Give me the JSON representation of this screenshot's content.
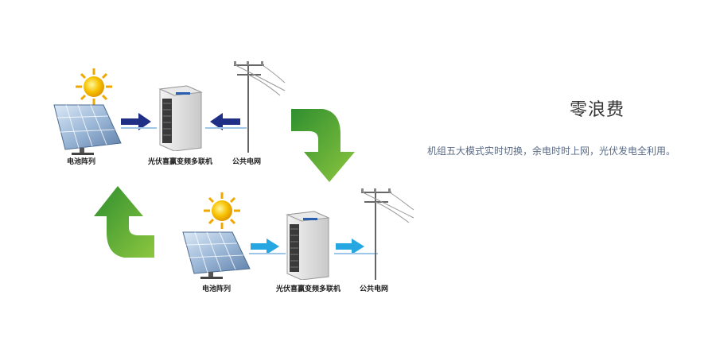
{
  "diagram": {
    "top_row": {
      "panel_label": "电池阵列",
      "unit_label": "光伏喜赢变频多联机",
      "grid_label": "公共电网",
      "arrow_color": "#1f2f86"
    },
    "bottom_row": {
      "panel_label": "电池阵列",
      "unit_label": "光伏喜赢变频多联机",
      "grid_label": "公共电网",
      "arrow_color": "#27a7e1"
    },
    "cycle_arrow_colors": [
      "#8cc63f",
      "#2f8f2f"
    ]
  },
  "feature": {
    "title": "零浪费",
    "description": "机组五大模式实时切换，余电时时上网，光伏发电全利用。"
  }
}
